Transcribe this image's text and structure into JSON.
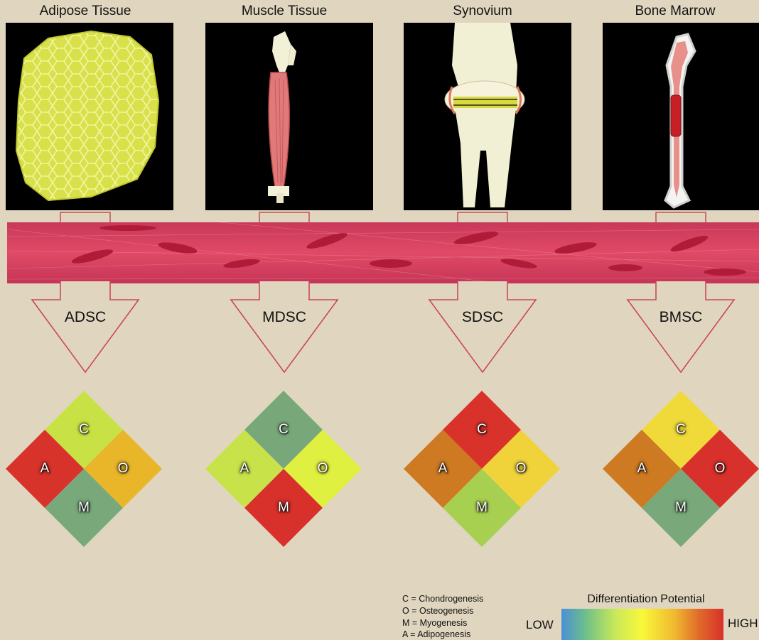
{
  "tissues": [
    {
      "title": "Adipose Tissue",
      "cell_type": "ADSC"
    },
    {
      "title": "Muscle Tissue",
      "cell_type": "MDSC"
    },
    {
      "title": "Synovium",
      "cell_type": "SDSC"
    },
    {
      "title": "Bone Marrow",
      "cell_type": "BMSC"
    }
  ],
  "potential_maps": [
    {
      "C": "#c8e245",
      "O": "#e8b628",
      "M": "#79a87a",
      "A": "#d8332a"
    },
    {
      "C": "#78a87a",
      "O": "#e0f040",
      "M": "#d8302a",
      "A": "#c8e24a"
    },
    {
      "C": "#d8322a",
      "O": "#f0d23a",
      "M": "#a8d050",
      "A": "#cd7a22"
    },
    {
      "C": "#f0da3a",
      "O": "#d8302a",
      "M": "#79a87a",
      "A": "#cd7a22"
    }
  ],
  "letters": {
    "C": "C",
    "O": "O",
    "M": "M",
    "A": "A"
  },
  "legend": {
    "c": "C = Chondrogenesis",
    "o": "O = Osteogenesis",
    "m": "M = Myogenesis",
    "a": "A = Adipogenesis"
  },
  "colorbar": {
    "title": "Differentiation Potential",
    "low": "LOW",
    "high": "HIGH"
  }
}
